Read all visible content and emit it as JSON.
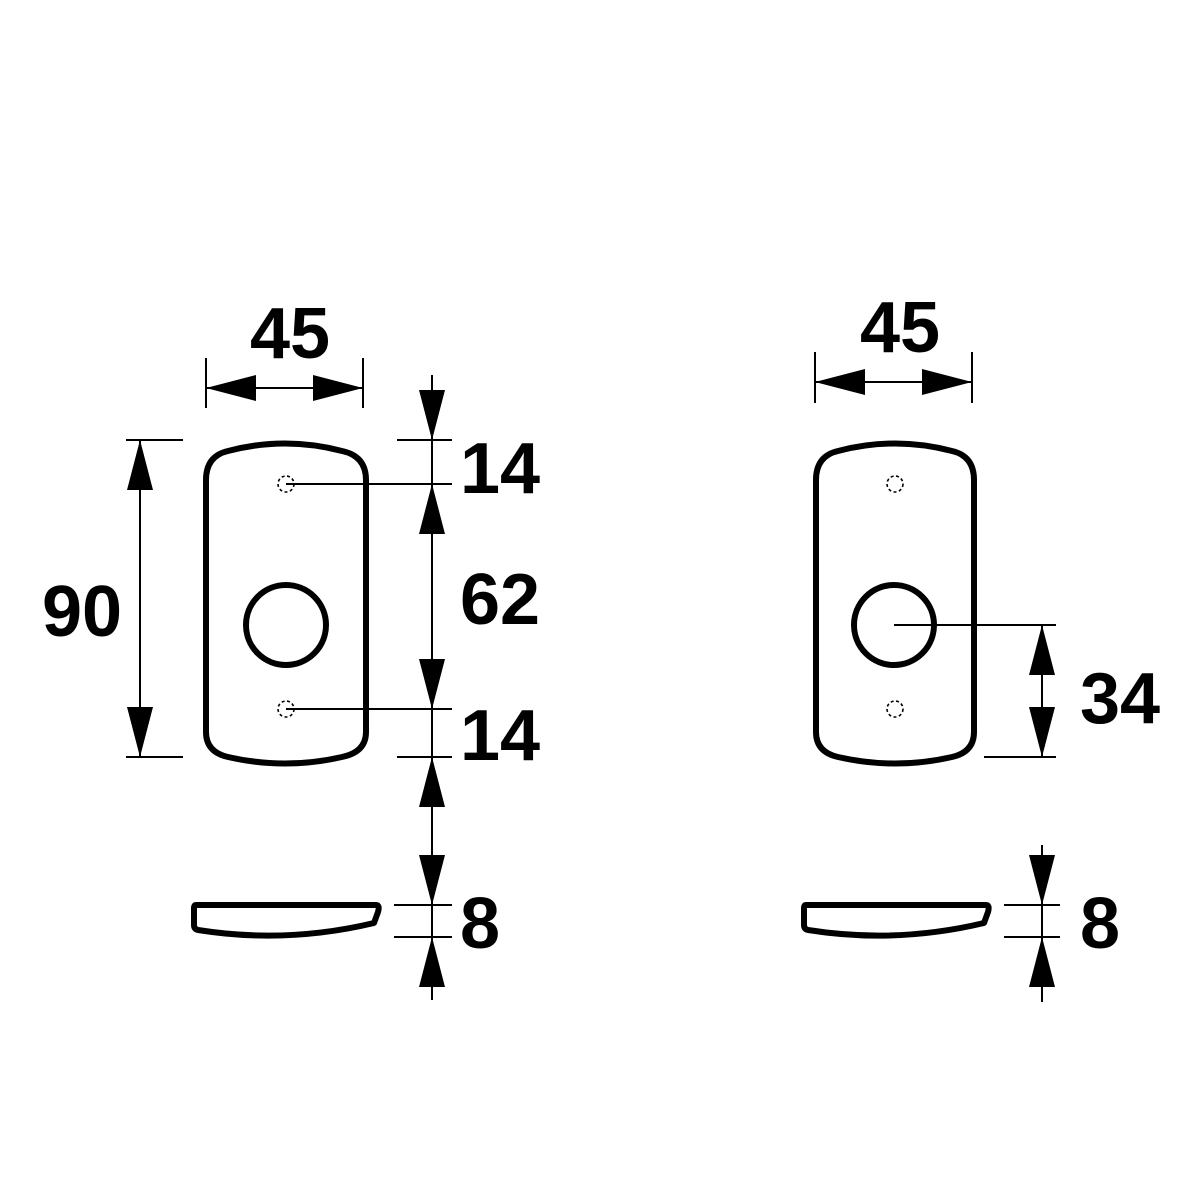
{
  "left_view": {
    "width_label": "45",
    "height_label": "90",
    "top_offset_label": "14",
    "hole_spacing_label": "62",
    "bottom_offset_label": "14",
    "thickness_label": "8"
  },
  "right_view": {
    "width_label": "45",
    "center_height_label": "34",
    "thickness_label": "8"
  }
}
